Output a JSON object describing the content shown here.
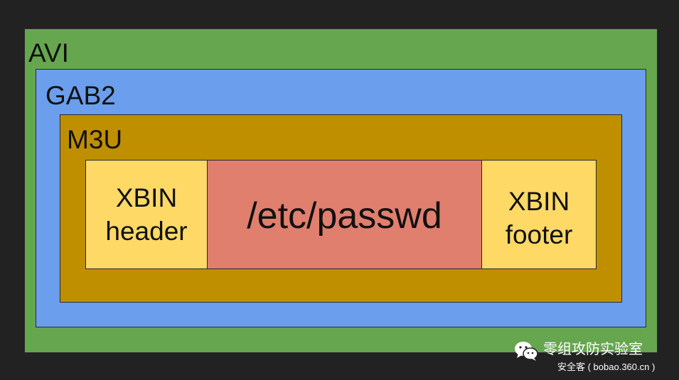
{
  "layers": {
    "avi": {
      "label": "AVI",
      "color": "#66a64f"
    },
    "gab2": {
      "label": "GAB2",
      "color": "#6b9eec"
    },
    "m3u": {
      "label": "M3U",
      "color": "#bf8f00"
    }
  },
  "segments": [
    {
      "lines": [
        "XBIN",
        "header"
      ],
      "color": "#ffd966"
    },
    {
      "text": "/etc/passwd",
      "color": "#e07f6e"
    },
    {
      "lines": [
        "XBIN",
        "footer"
      ],
      "color": "#ffd966"
    }
  ],
  "watermark": {
    "icon": "wechat-icon",
    "title": "零组攻防实验室",
    "subtitle": "安全客 ( bobao.360.cn )"
  },
  "background_color": "#222222"
}
